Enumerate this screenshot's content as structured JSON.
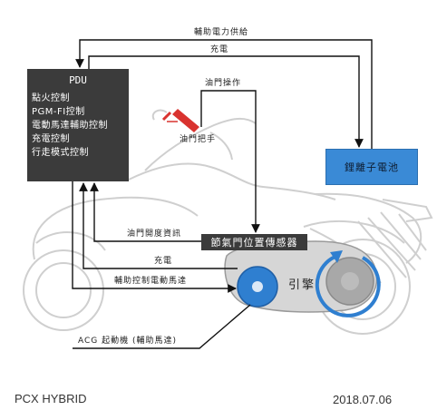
{
  "pdu": {
    "title": "PDU",
    "functions": [
      "點火控制",
      "PGM-FI控制",
      "電動馬達輔助控制",
      "充電控制",
      "行走模式控制"
    ]
  },
  "labels": {
    "assist_power": "輔助電力供給",
    "charge_top": "充電",
    "throttle_op": "油門操作",
    "throttle_grip": "油門把手",
    "throttle_info": "油門開度資訊",
    "charge_mid": "充電",
    "assist_control": "輔助控制電動馬達",
    "acg": "ACG 起動機 (輔助馬達)"
  },
  "battery": {
    "label": "鋰離子電池"
  },
  "sensor": {
    "label": "節氣門位置傳感器"
  },
  "engine": {
    "label": "引擎"
  },
  "footer": {
    "model": "PCX HYBRID",
    "date": "2018.07.06"
  },
  "colors": {
    "battery": "#3a8ad6",
    "acg": "#2f7fd0",
    "grip": "#d9332f",
    "pdu": "#3b3b3b"
  }
}
